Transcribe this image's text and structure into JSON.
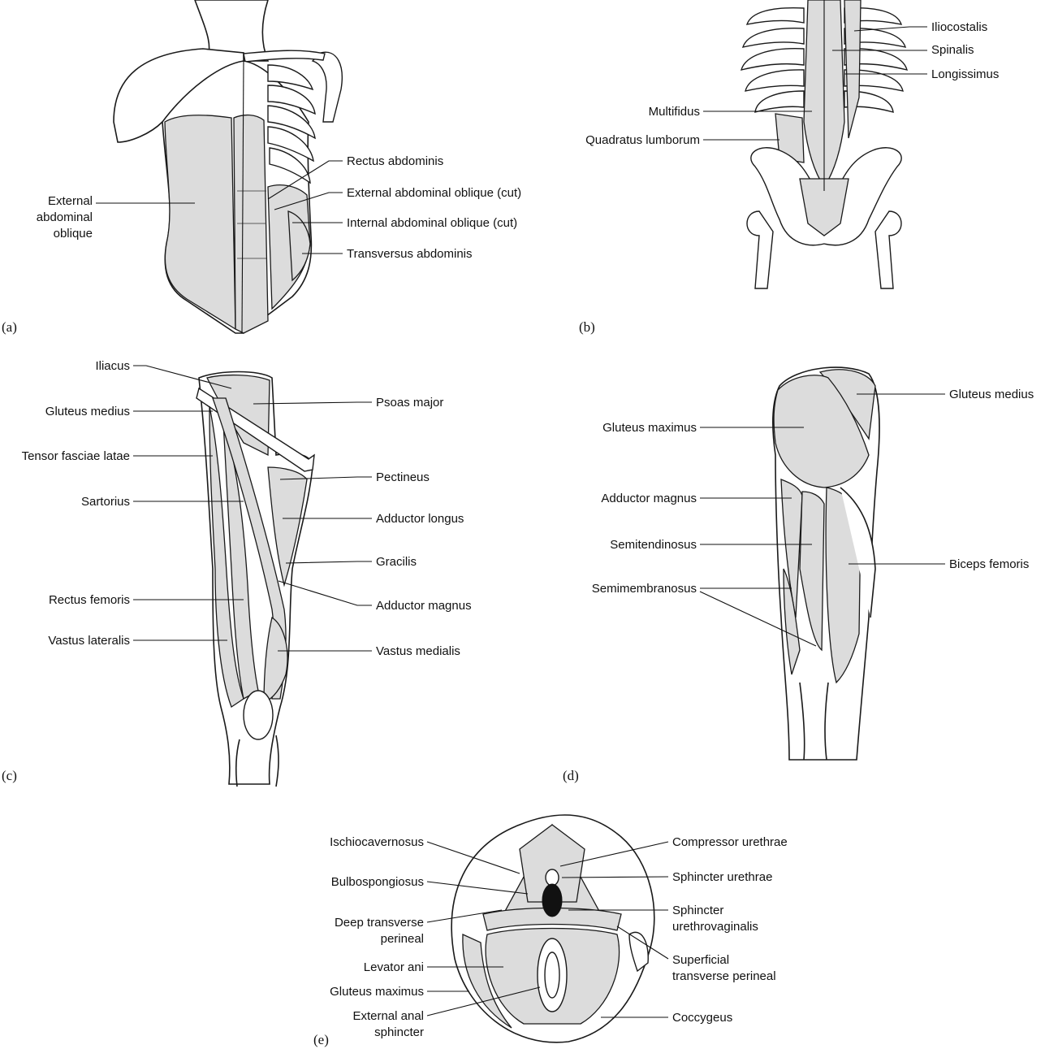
{
  "panels": {
    "a": {
      "tag": "(a)",
      "labels": {
        "external_abdominal_oblique": [
          "External",
          "abdominal",
          "oblique"
        ],
        "rectus_abdominis": "Rectus abdominis",
        "external_oblique_cut": "External abdominal oblique (cut)",
        "internal_oblique_cut": "Internal abdominal oblique (cut)",
        "transversus_abdominis": "Transversus abdominis"
      }
    },
    "b": {
      "tag": "(b)",
      "labels": {
        "iliocostalis": "Iliocostalis",
        "spinalis": "Spinalis",
        "longissimus": "Longissimus",
        "multifidus": "Multifidus",
        "quadratus_lumborum": "Quadratus lumborum"
      }
    },
    "c": {
      "tag": "(c)",
      "labels": {
        "iliacus": "Iliacus",
        "gluteus_medius": "Gluteus medius",
        "tensor_fasciae_latae": "Tensor fasciae latae",
        "sartorius": "Sartorius",
        "rectus_femoris": "Rectus femoris",
        "vastus_lateralis": "Vastus lateralis",
        "psoas_major": "Psoas major",
        "pectineus": "Pectineus",
        "adductor_longus": "Adductor longus",
        "gracilis": "Gracilis",
        "adductor_magnus": "Adductor magnus",
        "vastus_medialis": "Vastus medialis"
      }
    },
    "d": {
      "tag": "(d)",
      "labels": {
        "gluteus_maximus": "Gluteus maximus",
        "adductor_magnus": "Adductor magnus",
        "semitendinosus": "Semitendinosus",
        "semimembranosus": "Semimembranosus",
        "gluteus_medius": "Gluteus medius",
        "biceps_femoris": "Biceps femoris"
      }
    },
    "e": {
      "tag": "(e)",
      "labels": {
        "ischiocavernosus": "Ischiocavernosus",
        "bulbospongiosus": "Bulbospongiosus",
        "deep_transverse_perineal": [
          "Deep transverse",
          "perineal"
        ],
        "levator_ani": "Levator ani",
        "gluteus_maximus": "Gluteus maximus",
        "external_anal_sphincter": [
          "External anal",
          "sphincter"
        ],
        "compressor_urethrae": "Compressor urethrae",
        "sphincter_urethrae": "Sphincter urethrae",
        "sphincter_urethrovaginalis": [
          "Sphincter",
          "urethrovaginalis"
        ],
        "superficial_transverse_perineal": [
          "Superficial",
          "transverse perineal"
        ],
        "coccygeus": "Coccygeus"
      }
    }
  }
}
